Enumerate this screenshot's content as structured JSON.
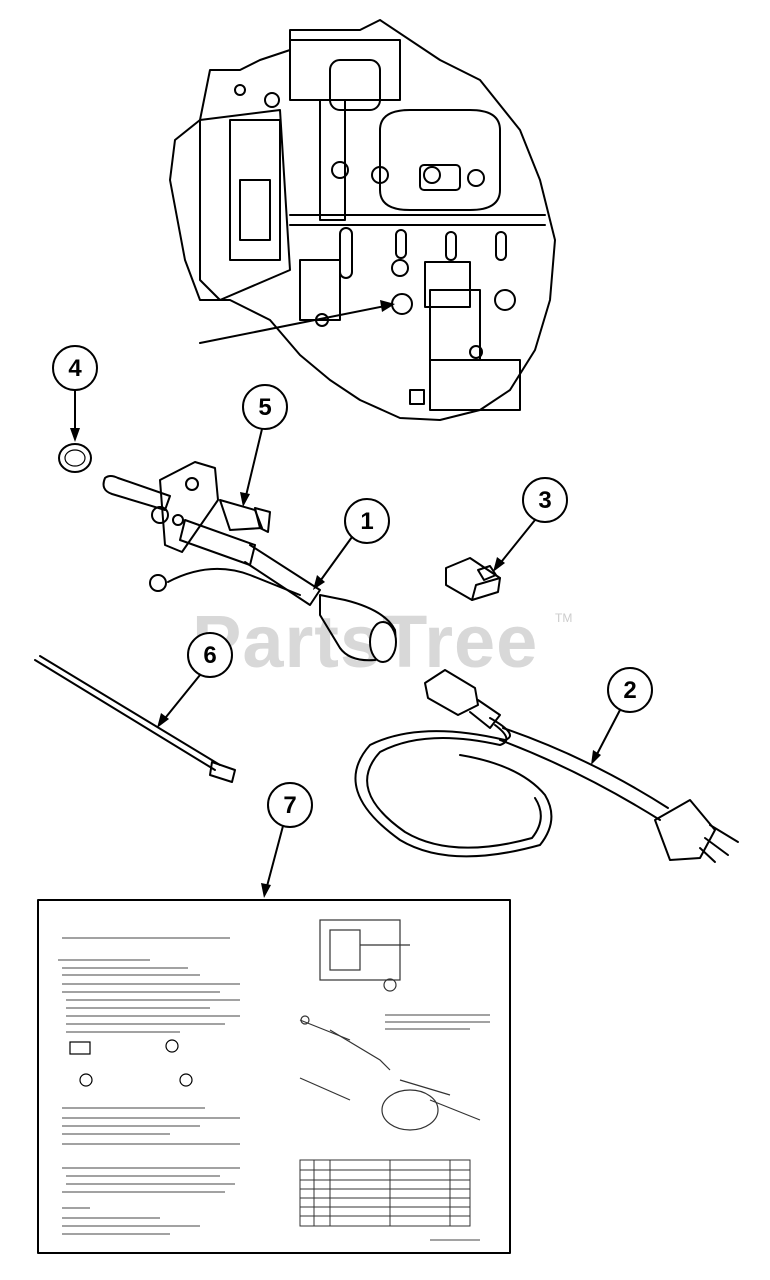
{
  "watermark": {
    "text": "PartsTree",
    "mark": "TM"
  },
  "callouts": [
    {
      "id": "callout-4",
      "label": "4"
    },
    {
      "id": "callout-5",
      "label": "5"
    },
    {
      "id": "callout-1",
      "label": "1"
    },
    {
      "id": "callout-3",
      "label": "3"
    },
    {
      "id": "callout-6",
      "label": "6"
    },
    {
      "id": "callout-2",
      "label": "2"
    },
    {
      "id": "callout-7",
      "label": "7"
    }
  ],
  "parts": [
    {
      "callout": "1",
      "icon": "heater-element-icon"
    },
    {
      "callout": "2",
      "icon": "power-cord-icon"
    },
    {
      "callout": "3",
      "icon": "connector-clip-icon"
    },
    {
      "callout": "4",
      "icon": "o-ring-icon"
    },
    {
      "callout": "5",
      "icon": "bolt-icon"
    },
    {
      "callout": "6",
      "icon": "cable-tie-icon"
    },
    {
      "callout": "7",
      "icon": "instruction-sheet-icon"
    }
  ],
  "colors": {
    "ink": "#000000",
    "paper": "#ffffff",
    "watermark": "#d8d8d8"
  }
}
